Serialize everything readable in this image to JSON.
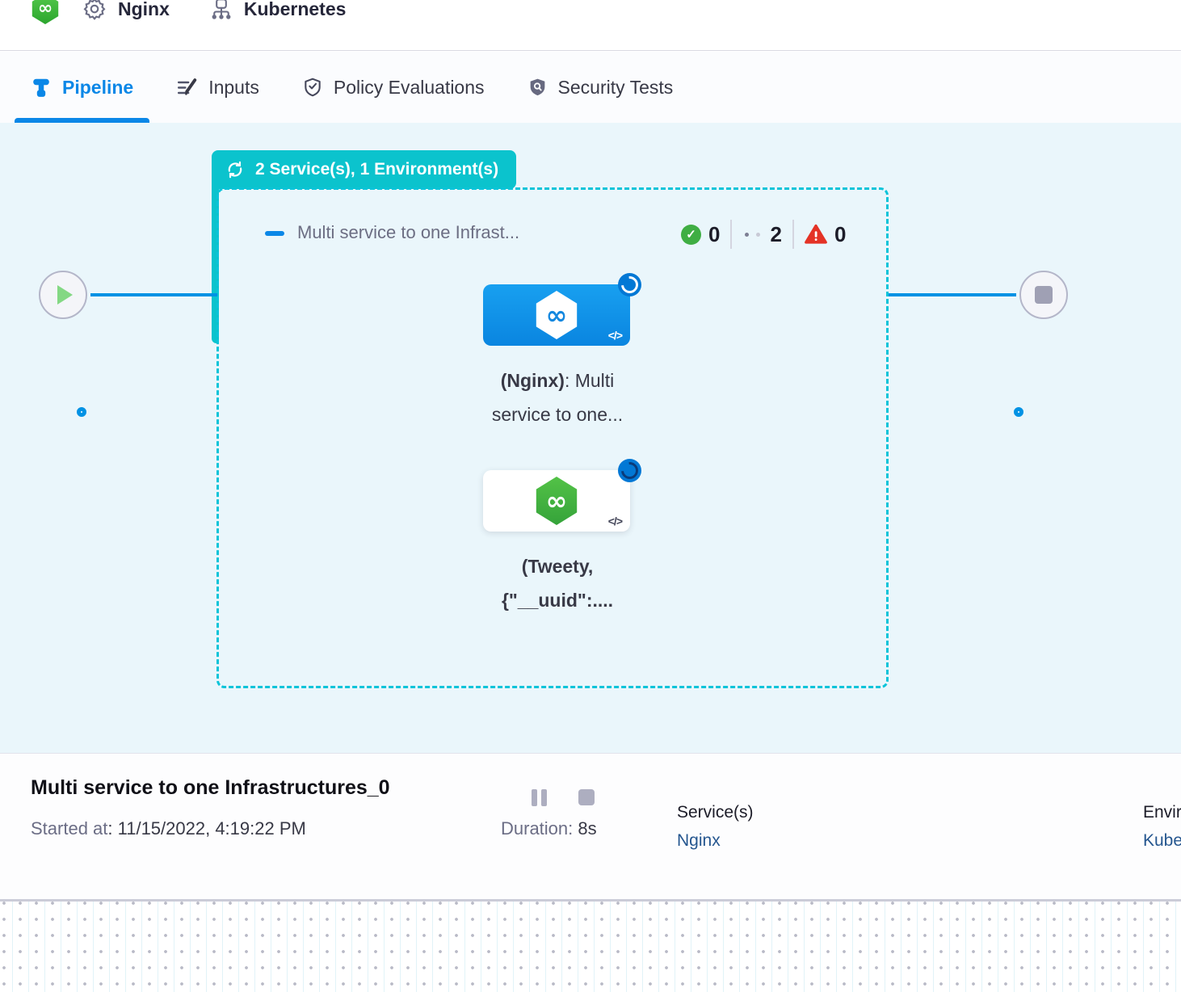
{
  "colors": {
    "accent_blue": "#0b87e7",
    "edge_blue": "#0092e4",
    "stage_teal": "#0bc3cd",
    "canvas_bg": "#eaf6fb",
    "success_green": "#3fae43",
    "fail_red": "#e43326",
    "node_blue": "#0a85e0",
    "logo_green": "#42b13f",
    "link_navy": "#25568f"
  },
  "header": {
    "pipeline_label": "Nginx",
    "environment_label": "Kubernetes"
  },
  "tabs": {
    "pipeline": "Pipeline",
    "inputs": "Inputs",
    "policy": "Policy Evaluations",
    "security": "Security Tests"
  },
  "canvas": {
    "badge_label": "2 Service(s), 1 Environment(s)",
    "stage_title": "Multi service to one Infrast...",
    "counts": {
      "success": "0",
      "running": "2",
      "failed": "0"
    },
    "node_nginx": {
      "line1_bold": "(Nginx)",
      "line1_rest": ": Multi",
      "line2": "service to one...",
      "code": "</>",
      "infinity": "∞"
    },
    "node_tweety": {
      "line1": "(Tweety,",
      "line2": "{\"__uuid\":....",
      "code": "</>",
      "infinity": "∞"
    },
    "logo_infinity": "∞"
  },
  "footer": {
    "title": "Multi service to one Infrastructures_0",
    "started_label": "Started at",
    "started_value": ": 11/15/2022, 4:19:22 PM",
    "duration_label": "Duration: ",
    "duration_value": "8s",
    "services_label": "Service(s)",
    "services_value": "Nginx",
    "environments_label": "Environment(s)",
    "environments_value": "Kubernetes"
  }
}
